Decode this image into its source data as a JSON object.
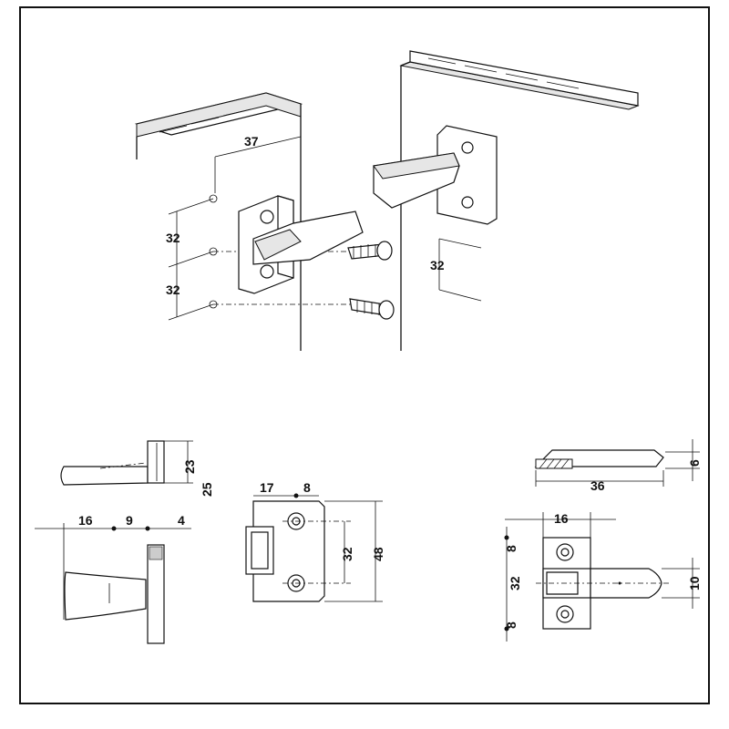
{
  "dimensions": {
    "iso_depth": "37",
    "iso_pitch_upper": "32",
    "iso_pitch_lower": "32",
    "iso_pitch_catch": "32",
    "side_height": "23",
    "side_overall": "25",
    "side_length": "16",
    "side_middle": "9",
    "side_thickness": "4",
    "front_offset": "17",
    "front_edge": "8",
    "front_pitch": "32",
    "front_height": "48",
    "catch_height": "6",
    "catch_length": "36",
    "catch_plate_width": "16",
    "catch_edge_top": "8",
    "catch_pitch": "32",
    "catch_edge_bottom": "8",
    "catch_tongue": "10"
  }
}
